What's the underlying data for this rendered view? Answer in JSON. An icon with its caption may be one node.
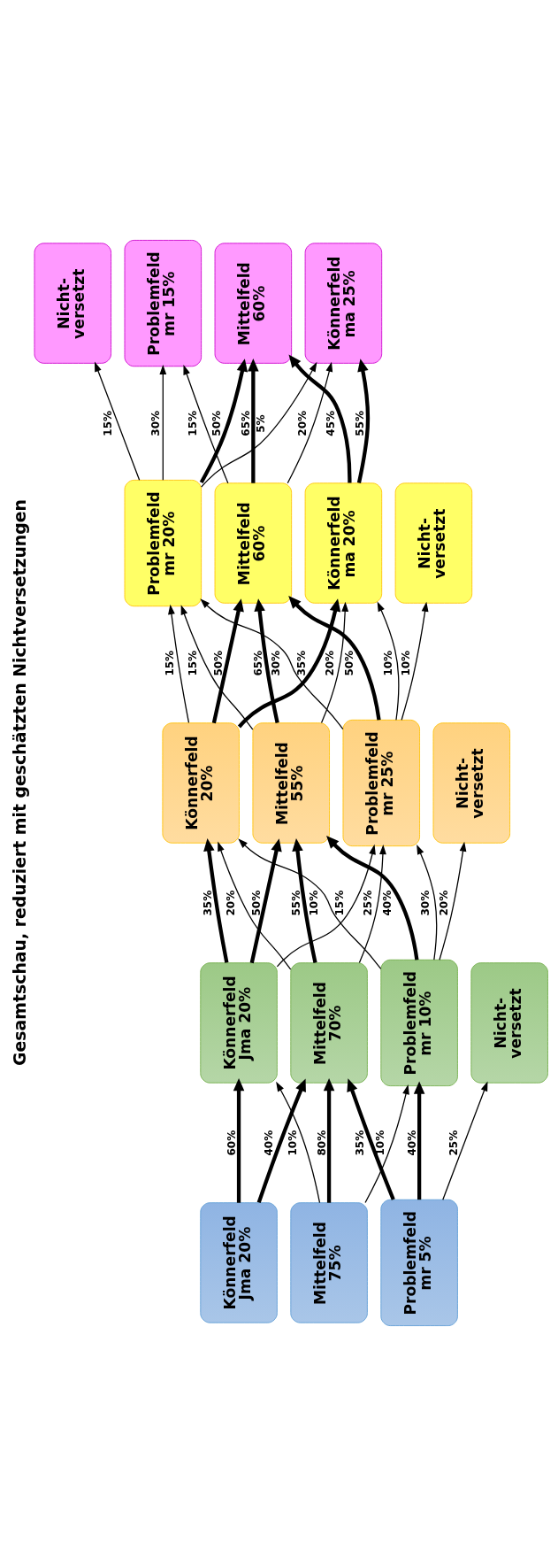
{
  "diagram": {
    "title": "Gesamtschau, reduziert mit geschätzten Nichtversetzungen",
    "nodes": [
      {
        "text": [
          "Könnerfeld Jma 20%"
        ]
      },
      {
        "text": [
          "Mittelfeld 75%"
        ]
      },
      {
        "text": [
          "Problemfeld mr 5%"
        ]
      },
      {
        "text": [
          "Könnerfeld Jma 20%"
        ]
      },
      {
        "text": [
          "Mittelfeld 70%"
        ]
      },
      {
        "text": [
          "Problemfeld mr 10%"
        ]
      },
      {
        "text": [
          "Nicht- versetzt"
        ]
      },
      {
        "text": [
          "Könnerfeld 20%"
        ]
      },
      {
        "text": [
          "Mittelfeld 55%"
        ]
      },
      {
        "text": [
          "Problemfeld mr 25%"
        ]
      },
      {
        "text": [
          "Nicht- versetzt"
        ]
      },
      {
        "text": [
          "Könnerfeld ma 20%"
        ]
      },
      {
        "text": [
          "Mittelfeld 60%"
        ]
      },
      {
        "text": [
          "Problemfeld mr 20%"
        ]
      },
      {
        "text": [
          "Nicht- versetzt"
        ]
      },
      {
        "text": [
          "Könnerfeld ma 25%"
        ]
      },
      {
        "text": [
          "Mittelfeld 60%"
        ]
      },
      {
        "text": [
          "Problemfeld mr 15%"
        ]
      },
      {
        "text": [
          "Nicht- versetzt"
        ]
      }
    ],
    "edges": [
      {
        "from": 0,
        "to": 3,
        "arrow": "to",
        "label": "60%",
        "style": "thick"
      },
      {
        "from": 0,
        "to": 4,
        "arrow": "to",
        "label": "40%",
        "style": "thick"
      },
      {
        "from": 1,
        "to": 3,
        "arrow": "to",
        "label": "10%"
      },
      {
        "from": 1,
        "to": 4,
        "arrow": "to",
        "label": "80%",
        "style": "thick"
      },
      {
        "from": 1,
        "to": 5,
        "arrow": "to",
        "label": "10%"
      },
      {
        "from": 2,
        "to": 4,
        "arrow": "to",
        "label": "35%",
        "style": "thick"
      },
      {
        "from": 2,
        "to": 5,
        "arrow": "to",
        "label": "40%",
        "style": "thick"
      },
      {
        "from": 2,
        "to": 6,
        "arrow": "to",
        "label": "25%"
      },
      {
        "from": 3,
        "to": 7,
        "arrow": "to",
        "label": "35%",
        "style": "thick"
      },
      {
        "from": 3,
        "to": 8,
        "arrow": "to",
        "label": "50%",
        "style": "thick"
      },
      {
        "from": 3,
        "to": 9,
        "arrow": "to",
        "label": "15%"
      },
      {
        "from": 4,
        "to": 7,
        "arrow": "to",
        "label": "20%"
      },
      {
        "from": 4,
        "to": 8,
        "arrow": "to",
        "label": "55%",
        "style": "thick"
      },
      {
        "from": 4,
        "to": 9,
        "arrow": "to",
        "label": "25%"
      },
      {
        "from": 5,
        "to": 7,
        "arrow": "to",
        "label": "10%"
      },
      {
        "from": 5,
        "to": 8,
        "arrow": "to",
        "label": "40%",
        "style": "thick"
      },
      {
        "from": 5,
        "to": 9,
        "arrow": "to",
        "label": "30%"
      },
      {
        "from": 5,
        "to": 10,
        "arrow": "to",
        "label": "20%"
      },
      {
        "from": 7,
        "to": 11,
        "arrow": "to",
        "label": "35%",
        "style": "thick"
      },
      {
        "from": 7,
        "to": 12,
        "arrow": "to",
        "label": "50%",
        "style": "thick"
      },
      {
        "from": 7,
        "to": 13,
        "arrow": "to",
        "label": "15%"
      },
      {
        "from": 8,
        "to": 11,
        "arrow": "to",
        "label": "20%"
      },
      {
        "from": 8,
        "to": 12,
        "arrow": "to",
        "label": "65%",
        "style": "thick"
      },
      {
        "from": 8,
        "to": 13,
        "arrow": "to",
        "label": "15%"
      },
      {
        "from": 9,
        "to": 11,
        "arrow": "to",
        "label": "10%"
      },
      {
        "from": 9,
        "to": 12,
        "arrow": "to",
        "label": "50%",
        "style": "thick"
      },
      {
        "from": 9,
        "to": 13,
        "arrow": "to",
        "label": "30%"
      },
      {
        "from": 9,
        "to": 14,
        "arrow": "to",
        "label": "10%"
      },
      {
        "from": 11,
        "to": 15,
        "arrow": "to",
        "label": "55%",
        "style": "thick"
      },
      {
        "from": 11,
        "to": 16,
        "arrow": "to",
        "label": "45%",
        "style": "thick"
      },
      {
        "from": 12,
        "to": 15,
        "arrow": "to",
        "label": "20%"
      },
      {
        "from": 12,
        "to": 16,
        "arrow": "to",
        "label": "65%",
        "style": "thick"
      },
      {
        "from": 12,
        "to": 17,
        "arrow": "to",
        "label": "15%"
      },
      {
        "from": 13,
        "to": 15,
        "arrow": "to",
        "label": "5%"
      },
      {
        "from": 13,
        "to": 16,
        "arrow": "to",
        "label": "50%",
        "style": "thick"
      },
      {
        "from": 13,
        "to": 17,
        "arrow": "to",
        "label": "30%"
      },
      {
        "from": 13,
        "to": 18,
        "arrow": "to",
        "label": "15%"
      }
    ]
  }
}
